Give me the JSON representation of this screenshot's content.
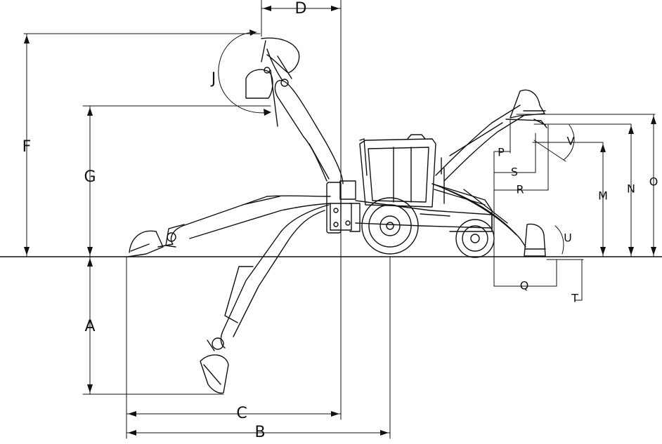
{
  "diagram": {
    "labels": {
      "A": "A",
      "B": "B",
      "C": "C",
      "D": "D",
      "F": "F",
      "G": "G",
      "J": "J",
      "M": "M",
      "N": "N",
      "O": "O",
      "P": "P",
      "Q": "Q",
      "R": "R",
      "S": "S",
      "T": "T",
      "U": "U",
      "V": "V"
    },
    "colors": {
      "line": "#111111",
      "background": "#ffffff"
    }
  }
}
